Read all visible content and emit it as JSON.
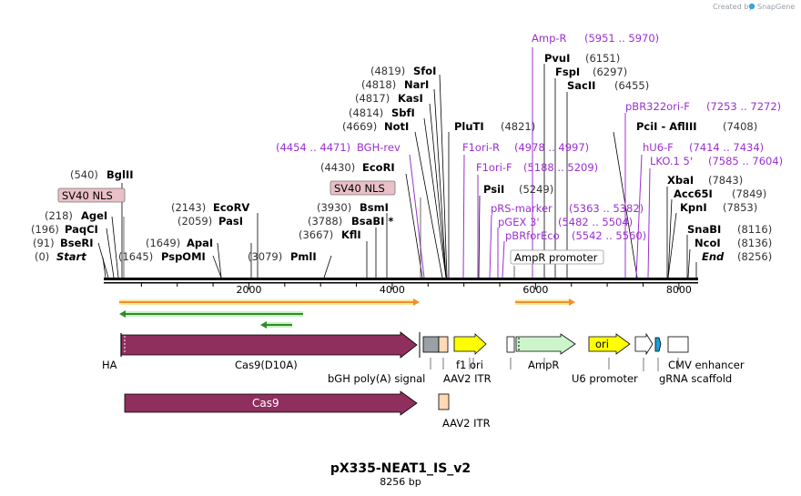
{
  "plasmid": {
    "name": "pX335-NEAT1_IS_v2",
    "length_label": "8256 bp",
    "total_bp": 8256
  },
  "credit": {
    "created_by": "Created by",
    "brand": "SnapGene"
  },
  "ruler": {
    "ticks": [
      {
        "bp": 2000,
        "label": "2000"
      },
      {
        "bp": 4000,
        "label": "4000"
      },
      {
        "bp": 6000,
        "label": "6000"
      },
      {
        "bp": 8000,
        "label": "8000"
      }
    ]
  },
  "sites": [
    {
      "name": "Start",
      "pos": "(0)",
      "bp": 0,
      "style": "bi",
      "side": "left"
    },
    {
      "name": "BseRI",
      "pos": "(91)",
      "bp": 91,
      "style": "b",
      "side": "left"
    },
    {
      "name": "PaqCI",
      "pos": "(196)",
      "bp": 196,
      "style": "b",
      "side": "left"
    },
    {
      "name": "AgeI",
      "pos": "(218)",
      "bp": 218,
      "style": "b",
      "side": "left"
    },
    {
      "name": "BglII",
      "pos": "(540)",
      "bp": 540,
      "style": "b",
      "side": "left"
    },
    {
      "name": "PspOMI",
      "pos": "(1645)",
      "bp": 1645,
      "style": "b",
      "side": "left"
    },
    {
      "name": "ApaI",
      "pos": "(1649)",
      "bp": 1649,
      "style": "b",
      "side": "left"
    },
    {
      "name": "PasI",
      "pos": "(2059)",
      "bp": 2059,
      "style": "b",
      "side": "left"
    },
    {
      "name": "EcoRV",
      "pos": "(2143)",
      "bp": 2143,
      "style": "b",
      "side": "left"
    },
    {
      "name": "PmlI",
      "pos": "(3079)",
      "bp": 3079,
      "style": "b",
      "side": "left"
    },
    {
      "name": "KflI",
      "pos": "(3667)",
      "bp": 3667,
      "style": "b",
      "side": "left"
    },
    {
      "name": "BsaBI *",
      "pos": "(3788)",
      "bp": 3788,
      "style": "b",
      "side": "left"
    },
    {
      "name": "BsmI",
      "pos": "(3930)",
      "bp": 3930,
      "style": "b",
      "side": "left"
    },
    {
      "name": "EcoRI",
      "pos": "(4430)",
      "bp": 4430,
      "style": "b",
      "side": "left"
    },
    {
      "name": "NotI",
      "pos": "(4669)",
      "bp": 4669,
      "style": "b",
      "side": "left"
    },
    {
      "name": "SbfI",
      "pos": "(4814)",
      "bp": 4814,
      "style": "b",
      "side": "left"
    },
    {
      "name": "KasI",
      "pos": "(4817)",
      "bp": 4817,
      "style": "b",
      "side": "left"
    },
    {
      "name": "NarI",
      "pos": "(4818)",
      "bp": 4818,
      "style": "b",
      "side": "left"
    },
    {
      "name": "SfoI",
      "pos": "(4819)",
      "bp": 4819,
      "style": "b",
      "side": "left"
    },
    {
      "name": "PluTI",
      "pos": "(4821)",
      "bp": 4821,
      "style": "b",
      "side": "right"
    },
    {
      "name": "PsiI",
      "pos": "(5249)",
      "bp": 5249,
      "style": "b",
      "side": "right"
    },
    {
      "name": "SacII",
      "pos": "(6455)",
      "bp": 6455,
      "style": "b",
      "side": "right"
    },
    {
      "name": "FspI",
      "pos": "(6297)",
      "bp": 6297,
      "style": "b",
      "side": "right"
    },
    {
      "name": "PvuI",
      "pos": "(6151)",
      "bp": 6151,
      "style": "b",
      "side": "right"
    },
    {
      "name": "PciI  -  AflIII",
      "pos": "(7408)",
      "bp": 7408,
      "style": "b",
      "side": "right"
    },
    {
      "name": "XbaI",
      "pos": "(7843)",
      "bp": 7843,
      "style": "b",
      "side": "right"
    },
    {
      "name": "Acc65I",
      "pos": "(7849)",
      "bp": 7849,
      "style": "b",
      "side": "right"
    },
    {
      "name": "KpnI",
      "pos": "(7853)",
      "bp": 7853,
      "style": "b",
      "side": "right"
    },
    {
      "name": "SnaBI",
      "pos": "(8116)",
      "bp": 8116,
      "style": "b",
      "side": "right"
    },
    {
      "name": "NcoI",
      "pos": "(8136)",
      "bp": 8136,
      "style": "b",
      "side": "right"
    },
    {
      "name": "End",
      "pos": "(8256)",
      "bp": 8256,
      "style": "bi",
      "side": "right"
    }
  ],
  "primers": [
    {
      "name": "BGH-rev",
      "range": "(4454 .. 4471)",
      "bp": 4462,
      "side": "left"
    },
    {
      "name": "F1ori-R",
      "range": "(4978 .. 4997)",
      "bp": 4987,
      "side": "right"
    },
    {
      "name": "F1ori-F",
      "range": "(5188 .. 5209)",
      "bp": 5198,
      "side": "right"
    },
    {
      "name": "Amp-R",
      "range": "(5951 .. 5970)",
      "bp": 5960,
      "side": "right"
    },
    {
      "name": "pRS-marker",
      "range": "(5363 .. 5382)",
      "bp": 5372,
      "side": "right"
    },
    {
      "name": "pGEX 3'",
      "range": "(5482 .. 5504)",
      "bp": 5493,
      "side": "right"
    },
    {
      "name": "pBRforEco",
      "range": "(5542 .. 5560)",
      "bp": 5551,
      "side": "right"
    },
    {
      "name": "pBR322ori-F",
      "range": "(7253 .. 7272)",
      "bp": 7262,
      "side": "right"
    },
    {
      "name": "hU6-F",
      "range": "(7414 .. 7434)",
      "bp": 7424,
      "side": "right"
    },
    {
      "name": "LKO.1 5'",
      "range": "(7585 .. 7604)",
      "bp": 7594,
      "side": "right"
    }
  ],
  "boxed_labels": [
    {
      "name": "SV40 NLS",
      "id": "sv40-nls-1"
    },
    {
      "name": "SV40 NLS",
      "id": "sv40-nls-2"
    },
    {
      "name": "AmpR promoter",
      "id": "ampr-promoter"
    }
  ],
  "feature_labels": {
    "ha": "HA",
    "cas9_d10a": "Cas9(D10A)",
    "bgh": "bGH poly(A) signal",
    "f1ori": "f1 ori",
    "aav2_itr": "AAV2 ITR",
    "ampr": "AmpR",
    "ori": "ori",
    "u6": "U6 promoter",
    "grna": "gRNA scaffold",
    "cmv": "CMV enhancer",
    "cas9": "Cas9",
    "aav2_itr_2": "AAV2 ITR"
  },
  "colors": {
    "cas9": "#8f2f5e",
    "ampr": "#ccf5cc",
    "ori": "#ffff00",
    "f1ori": "#ffff00",
    "bgh_gray": "#9aa0a6",
    "itr": "#ffd9b3",
    "grna": "#1e9fd6",
    "primer": "#9b30d0",
    "orange_orf": "#ef8f2f",
    "green_orf": "#2e8b2e",
    "nls_box": "#e9c0c8"
  }
}
